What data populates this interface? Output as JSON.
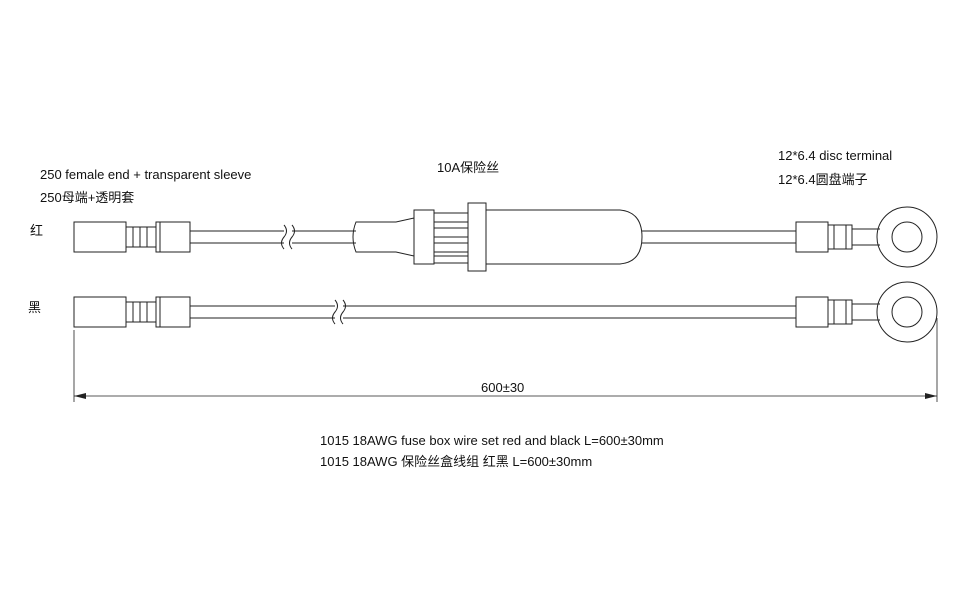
{
  "labels": {
    "female_end_en": "250 female end + transparent sleeve",
    "female_end_cn": "250母端+透明套",
    "fuse": "10A保险丝",
    "disc_terminal_en": "12*6.4 disc terminal",
    "disc_terminal_cn": "12*6.4圆盘端子",
    "wire_red": "红",
    "wire_black": "黑",
    "dimension": "600±30",
    "caption_en": "1015 18AWG fuse box wire set red and black L=600±30mm",
    "caption_cn": "1015 18AWG 保险丝盒线组  红黑  L=600±30mm"
  }
}
